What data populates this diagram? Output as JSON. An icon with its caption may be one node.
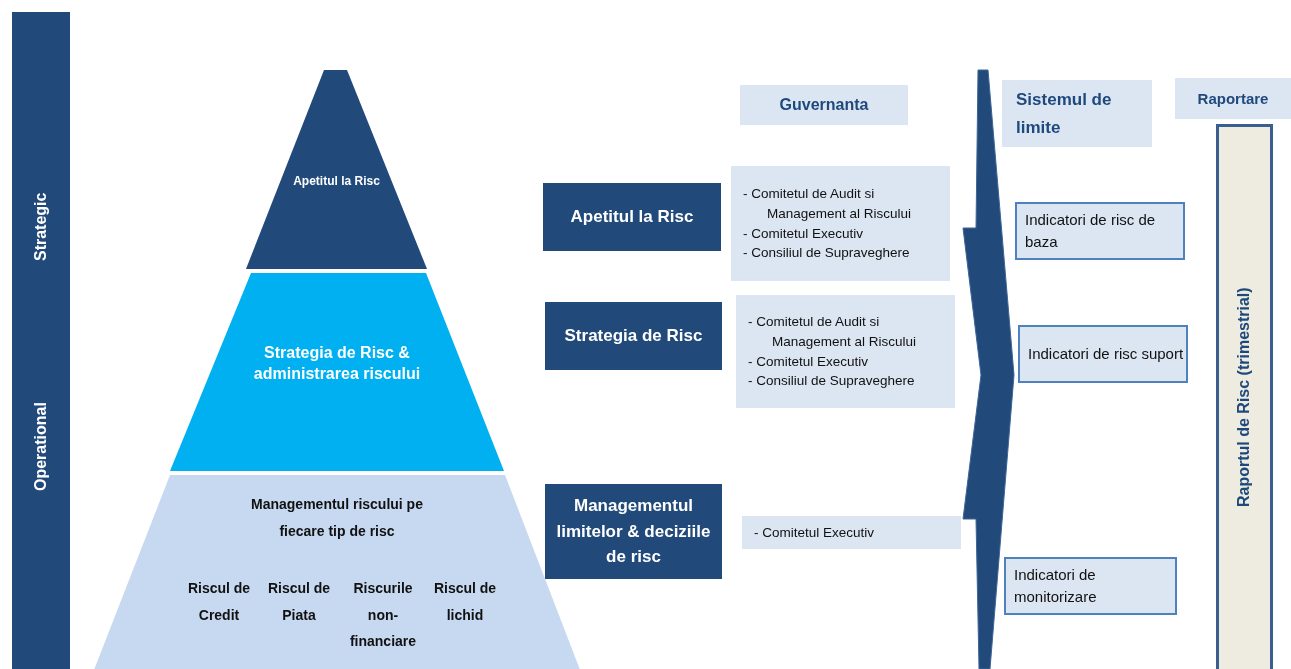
{
  "diagram": {
    "nodes": [
      {
        "text": [
          "Strategic",
          "Operational"
        ]
      },
      {
        "text": [
          "Apetitul la Risc"
        ]
      },
      {
        "text": [
          "Strategia de Risc & administrarea riscului"
        ]
      },
      {
        "text": [
          "Managementul riscului pe fiecare tip de risc",
          "Riscul de Credit",
          "Riscul de Piata",
          "Riscurile non- financiare",
          "Riscul de lichid"
        ]
      },
      {
        "text": [
          "Guvernanta"
        ]
      },
      {
        "text": [
          "Apetitul la Risc"
        ]
      },
      {
        "text": [
          "- Comitetul de Audit si Management al Riscului",
          "- Comitetul Executiv",
          "- Consiliul de Supraveghere"
        ]
      },
      {
        "text": [
          "Strategia de Risc"
        ]
      },
      {
        "text": [
          "- Comitetul de Audit si Management al Riscului",
          "- Comitetul Executiv",
          "- Consiliul de Supraveghere"
        ]
      },
      {
        "text": [
          "Managementul limitelor & deciziile de risc"
        ]
      },
      {
        "text": [
          "- Comitetul Executiv"
        ]
      },
      {
        "text": [
          "Sistemul de limite"
        ]
      },
      {
        "text": [
          "Raportare"
        ]
      },
      {
        "text": [
          "Indicatori de risc de baza"
        ]
      },
      {
        "text": [
          "Indicatori de risc suport"
        ]
      },
      {
        "text": [
          "Indicatori de monitorizare"
        ]
      },
      {
        "text": [
          "Raportul de Risc (trimestrial)"
        ]
      }
    ],
    "edges": [
      {
        "from": 8,
        "to": 14,
        "arrow": "to",
        "style": "thick"
      }
    ]
  }
}
